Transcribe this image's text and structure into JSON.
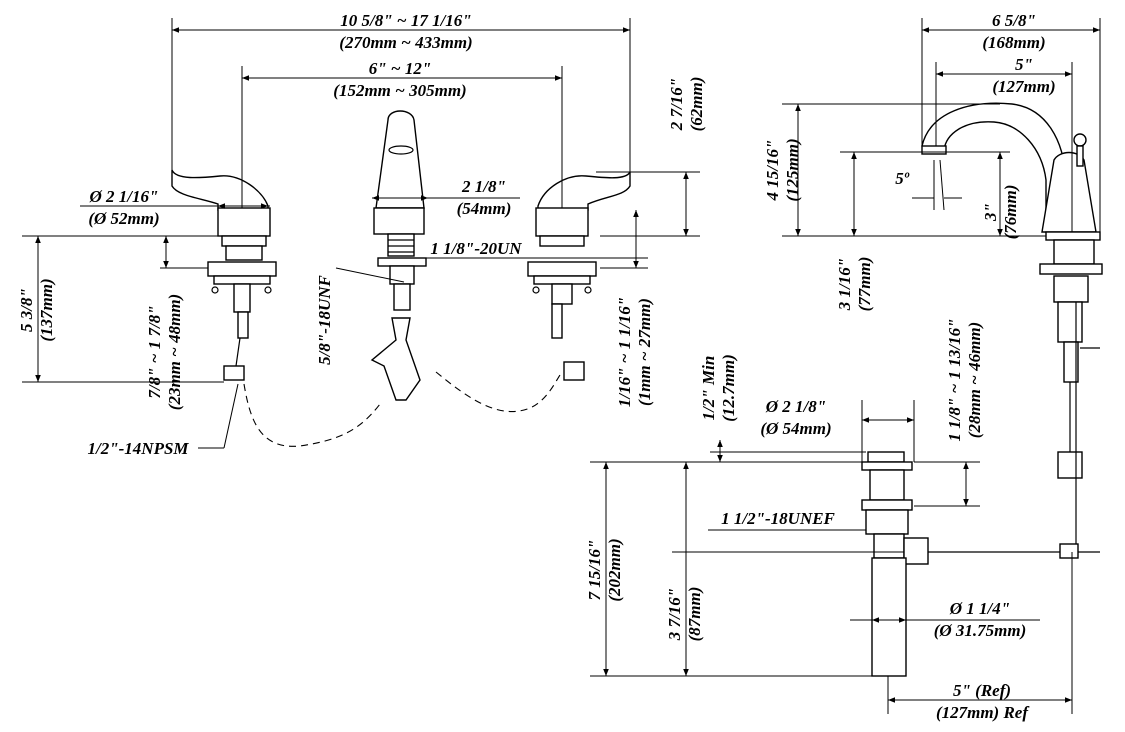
{
  "dimensions": {
    "overall_width": "10 5/8\" ~ 17 1/16\"",
    "overall_width_mm": "(270mm ~ 433mm)",
    "center_spread": "6\" ~ 12\"",
    "center_spread_mm": "(152mm ~ 305mm)",
    "handle_height": "2 7/16\"",
    "handle_height_mm": "(62mm)",
    "handle_base_dia": "Ø 2 1/16\"",
    "handle_base_dia_mm": "(Ø 52mm)",
    "spout_base": "2 1/8\"",
    "spout_base_mm": "(54mm)",
    "handle_thread": "1 1/8\"-20UN",
    "spout_thread": "5/8\"-18UNF",
    "shank_length": "5 3/8\"",
    "shank_length_mm": "(137mm)",
    "deck_range": "7/8\" ~ 1 7/8\"",
    "deck_range_mm": "(23mm ~ 48mm)",
    "supply_thread": "1/2\"-14NPSM",
    "handle_deck_range": "1/16\" ~ 1 1/16\"",
    "handle_deck_range_mm": "(1mm ~ 27mm)",
    "spout_depth": "6 5/8\"",
    "spout_depth_mm": "(168mm)",
    "spout_reach": "5\"",
    "spout_reach_mm": "(127mm)",
    "spout_height": "4 15/16\"",
    "spout_height_mm": "(125mm)",
    "spout_angle": "5º",
    "spout_clearance": "3\"",
    "spout_clearance_mm": "(76mm)",
    "spout_shank": "3 1/16\"",
    "spout_shank_mm": "(77mm)",
    "drain_min": "1/2\" Min",
    "drain_min_mm": "(12.7mm)",
    "drain_flange_dia": "Ø 2 1/8\"",
    "drain_flange_dia_mm": "(Ø 54mm)",
    "drain_range": "1 1/8\" ~ 1 13/16\"",
    "drain_range_mm": "(28mm ~ 46mm)",
    "drain_thread": "1 1/2\"-18UNEF",
    "drain_length": "7 15/16\"",
    "drain_length_mm": "(202mm)",
    "drain_pivot": "3 7/16\"",
    "drain_pivot_mm": "(87mm)",
    "tailpiece_dia": "Ø 1 1/4\"",
    "tailpiece_dia_mm": "(Ø 31.75mm)",
    "lift_rod_ref": "5\" (Ref)",
    "lift_rod_ref_mm": "(127mm) Ref"
  }
}
